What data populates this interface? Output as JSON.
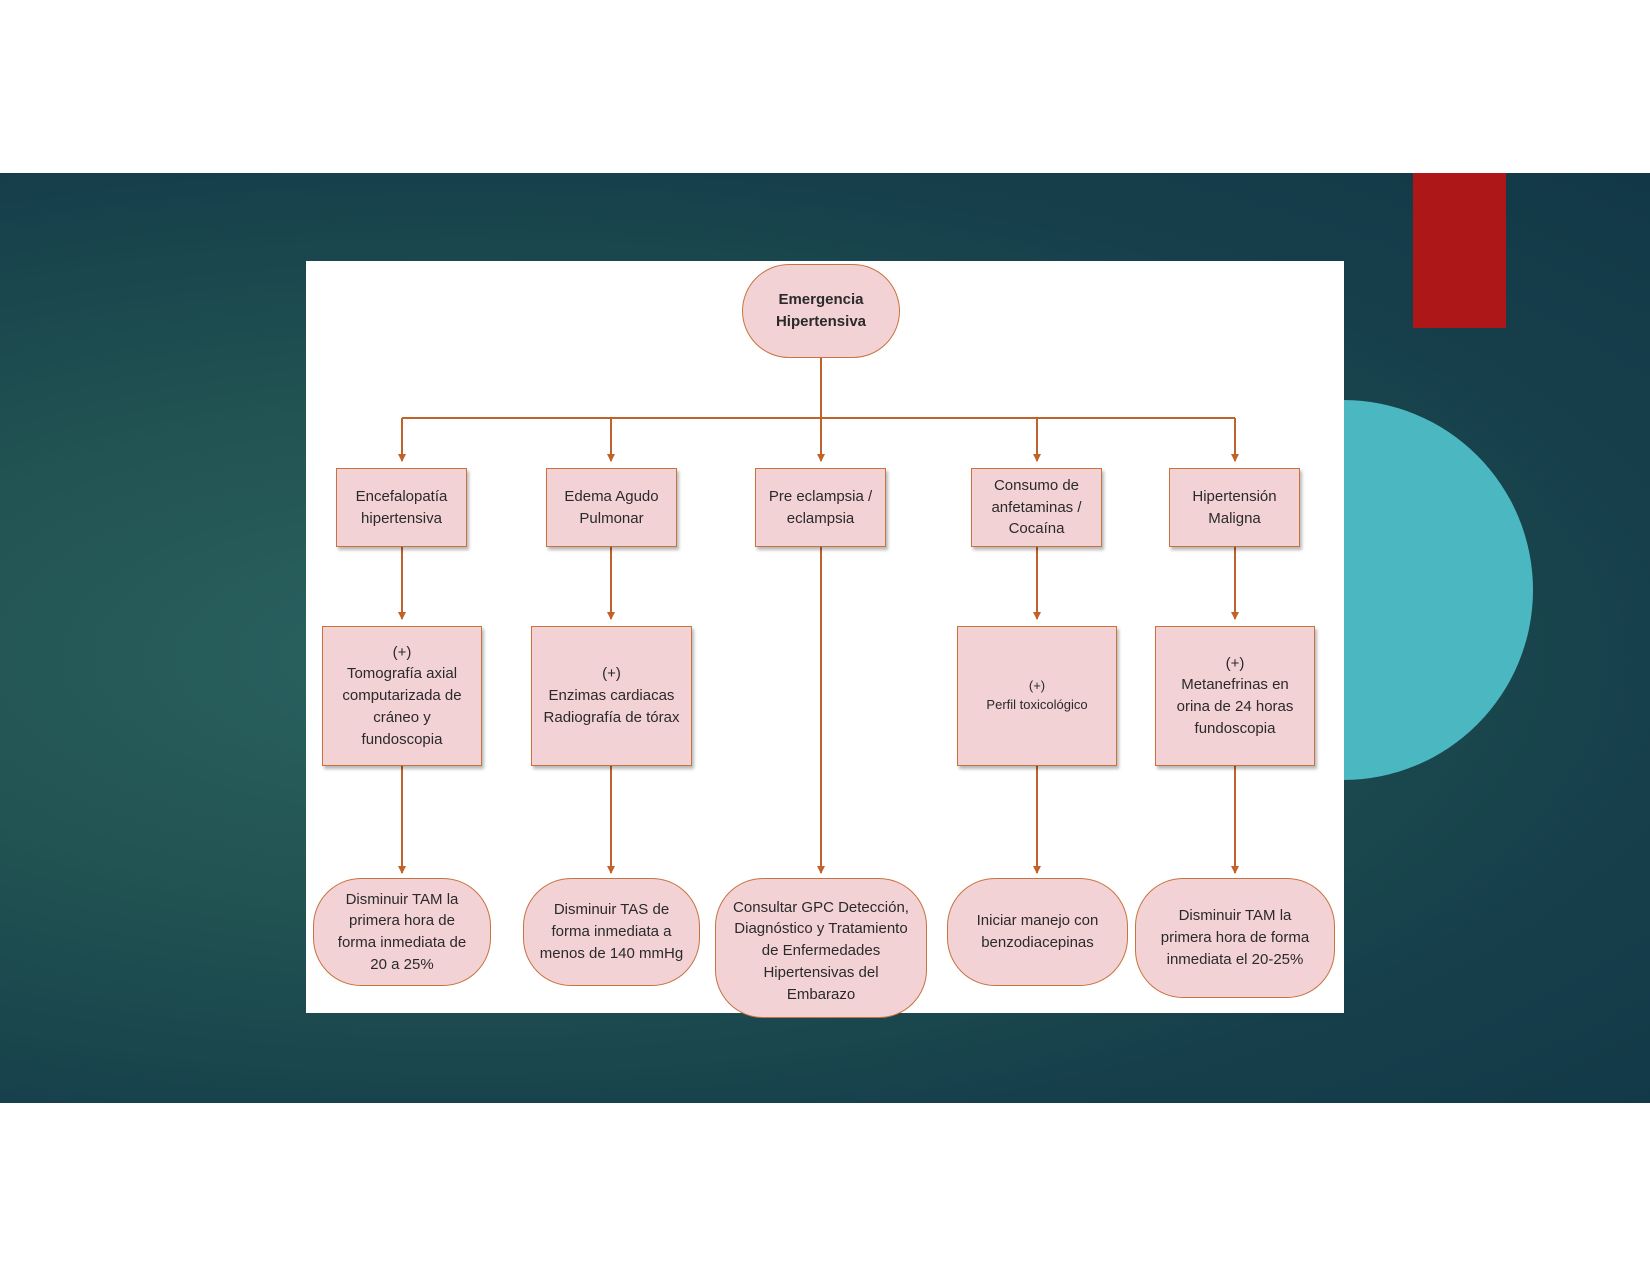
{
  "colors": {
    "node_fill": "#f3d2d6",
    "node_border": "#c8723e",
    "connector": "#c0622a",
    "slide_bg": "#1d4e55",
    "accent_red": "#ae1717",
    "accent_teal": "#4bb8c1"
  },
  "diagram": {
    "root": "Emergencia\nHipertensiva",
    "branches": [
      {
        "category": "Encefalopatía\nhipertensiva",
        "test": "(+)\nTomografía axial\ncomputarizada de\ncráneo y\nfundoscopia",
        "action": "Disminuir TAM  la\nprimera hora de\nforma inmediata  de\n20 a 25%"
      },
      {
        "category": "Edema Agudo\nPulmonar",
        "test": "(+)\nEnzimas cardiacas\nRadiografía de tórax",
        "action": "Disminuir TAS de\nforma inmediata  a\nmenos de 140 mmHg"
      },
      {
        "category": "Pre eclampsia /\neclampsia",
        "test": null,
        "action": "Consultar GPC Detección,\nDiagnóstico y Tratamiento\nde Enfermedades\nHipertensivas del\nEmbarazo"
      },
      {
        "category": "Consumo de\nanfetaminas /\nCocaína",
        "test": "(+)\nPerfil toxicológico",
        "action": "Iniciar manejo con\nbenzodiacepinas"
      },
      {
        "category": "Hipertensión\nMaligna",
        "test": "(+)\nMetanefrinas en\norina de 24 horas\nfundoscopia",
        "action": "Disminuir TAM  la\nprimera hora de forma\ninmediata el 20-25%"
      }
    ]
  }
}
